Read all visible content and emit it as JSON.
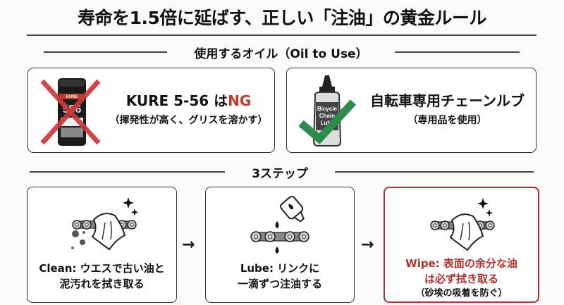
{
  "title": "寿命を1.5倍に延ばす、正しい「注油」の黄金ルール",
  "oil_section": {
    "heading": "使用するオイル（Oil to Use）",
    "ng_card": {
      "product_prefix": "KURE 5-56 は",
      "verdict": "NG",
      "reason": "（揮発性が高く、グリスを溶かす）",
      "icon": "spray-can-crossed-icon",
      "mark_color": "#c8393b"
    },
    "ok_card": {
      "product": "自転車専用チェーンルブ",
      "note": "（専用品を使用）",
      "bottle_label": [
        "Bicycle",
        "Chain",
        "Lube"
      ],
      "icon": "lube-bottle-check-icon",
      "mark_color": "#2e8b4e"
    }
  },
  "steps_section": {
    "heading": "3ステップ",
    "arrow": "→",
    "steps": [
      {
        "icon": "cloth-wiping-chain-icon",
        "line1": "Clean: ウエスで古い油と",
        "line2": "泥汚れを拭き取る"
      },
      {
        "icon": "oil-drop-chain-icon",
        "line1": "Lube: リンクに",
        "line2": "一滴ずつ注油する"
      },
      {
        "icon": "cloth-wiping-chain-icon",
        "line1": "Wipe: 表面の余分な油",
        "line2": "は必ず拭き取る",
        "note": "（砂埃の吸着を防ぐ）",
        "accent_color": "#a83232"
      }
    ]
  }
}
